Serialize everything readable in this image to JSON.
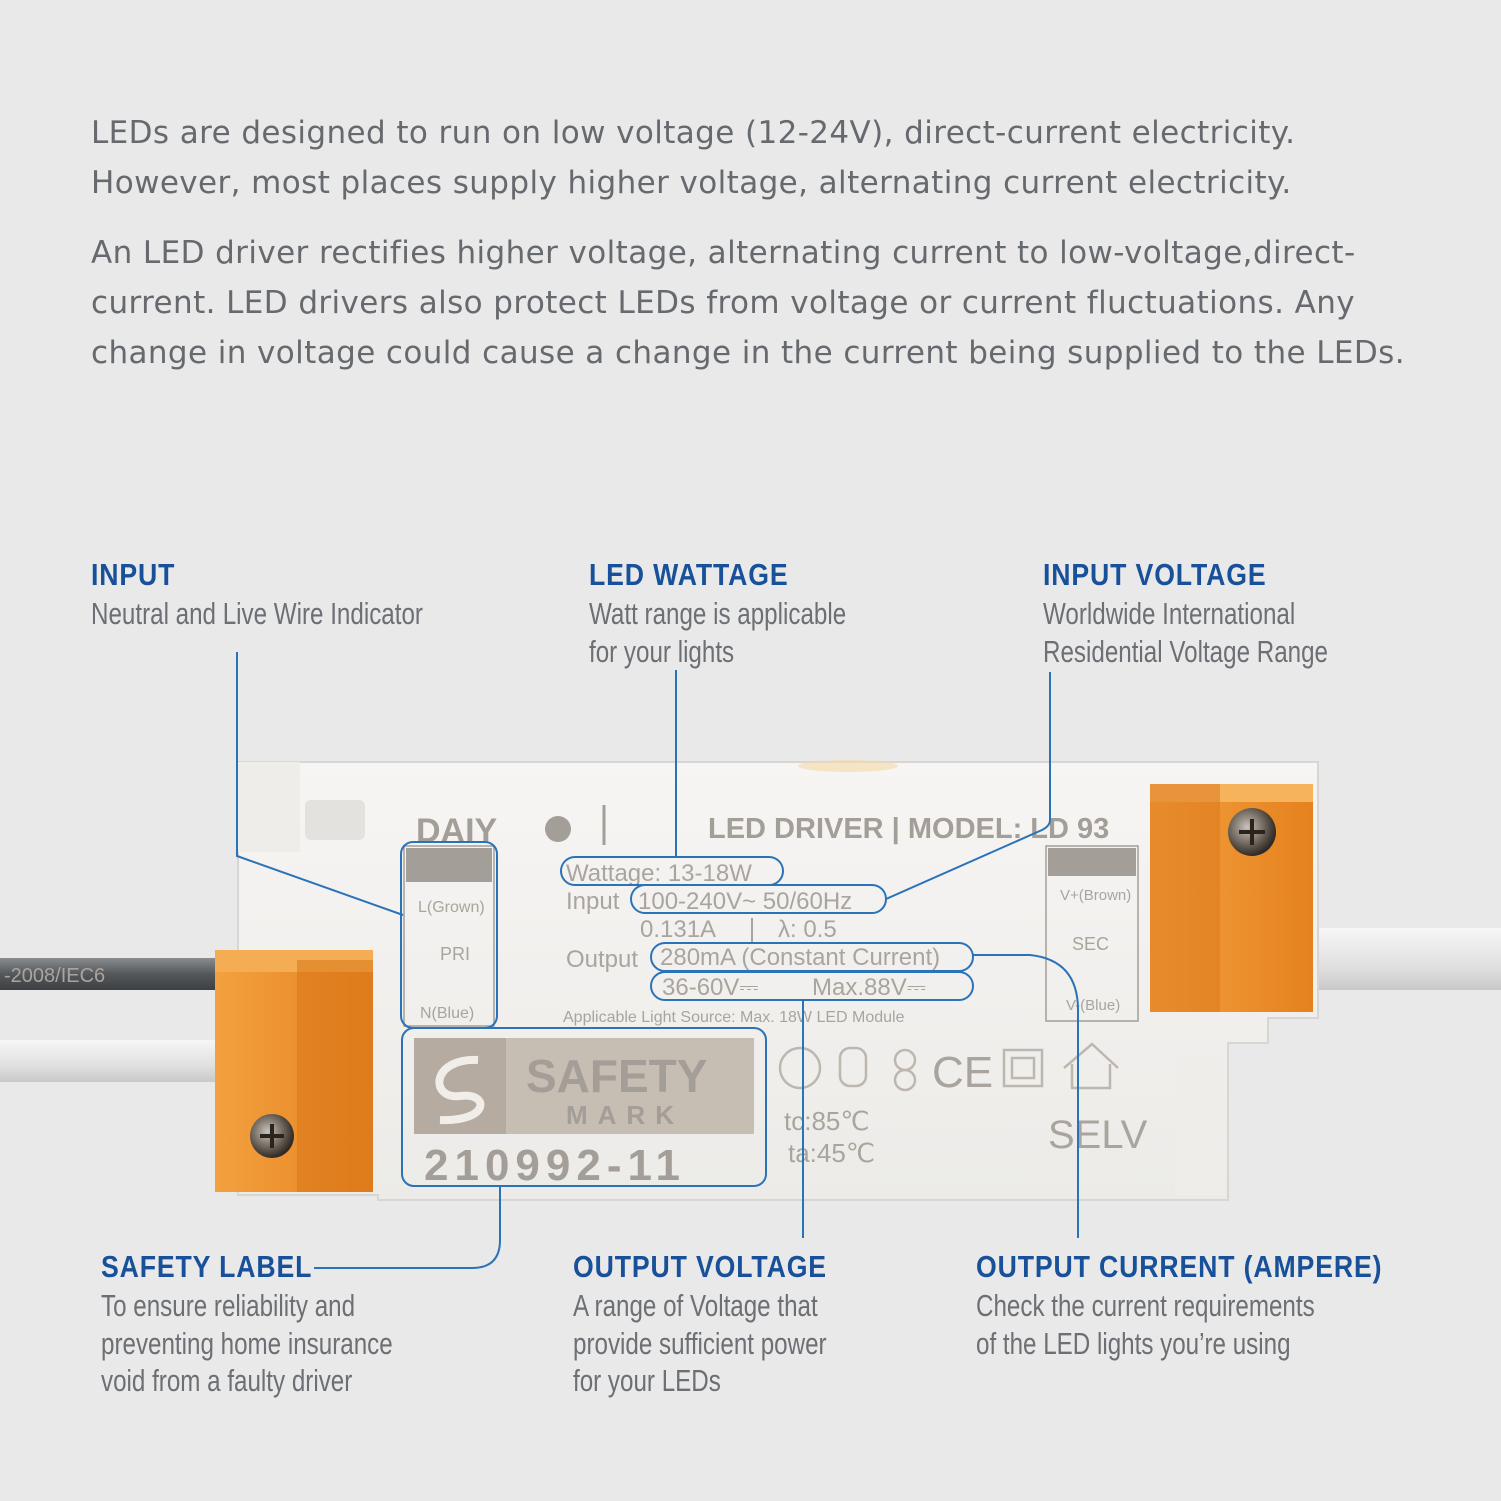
{
  "intro": {
    "p1": "LEDs are designed to run on low voltage (12-24V), direct-current electricity. However, most places supply higher voltage, alternating current electricity.",
    "p2": "An LED driver rectifies higher voltage, alternating current to low-voltage,direct-current. LED drivers also protect LEDs from voltage or current fluctuations. Any change in voltage could cause a change in the current being supplied to the LEDs."
  },
  "callouts": {
    "input": {
      "title": "INPUT",
      "desc": "Neutral and Live Wire Indicator"
    },
    "led_wattage": {
      "title": "LED WATTAGE",
      "desc": "Watt range is applicable\nfor your lights"
    },
    "input_voltage": {
      "title": "INPUT VOLTAGE",
      "desc": "Worldwide International\nResidential Voltage Range"
    },
    "safety_label": {
      "title": "SAFETY LABEL",
      "desc": "To ensure reliability and\npreventing home insurance\nvoid from a faulty driver"
    },
    "output_voltage": {
      "title": "OUTPUT VOLTAGE",
      "desc": "A range of Voltage that\nprovide sufficient power\nfor your LEDs"
    },
    "output_current": {
      "title": "OUTPUT CURRENT (AMPERE)",
      "desc": "Check the current requirements\nof the LED lights you’re using"
    }
  },
  "device": {
    "brand": "DAIY",
    "model": "LED DRIVER | MODEL: LD 93",
    "input_box_title": "INPUT",
    "input_l": "L(Grown)",
    "input_pri": "PRI",
    "input_n": "N(Blue)",
    "output_box_title": "OUTPUT",
    "output_v_plus": "V+(Brown)",
    "output_sec": "SEC",
    "output_v_minus": "V-(Blue)",
    "wattage": "Wattage: 13-18W",
    "input_label": "Input",
    "input_value": "100-240V~ 50/60Hz",
    "current": "0.131A",
    "pf": "λ: 0.5",
    "output_label": "Output",
    "output_current": "280mA (Constant Current)",
    "output_voltage": "36-60V⎓",
    "output_max": "Max.88V⎓",
    "light_source": "Applicable Light Source: Max. 18W LED Module",
    "safety_top": "SAFETY",
    "safety_bottom": "MARK",
    "safety_number": "210992-11",
    "tc": "tc:85℃",
    "ta": "ta:45℃",
    "ce": "CE",
    "selv": "SELV",
    "cable_print": "-2008/IEC6"
  },
  "colors": {
    "heading": "#18509a",
    "callout_line": "#2a73b8",
    "terminal": "#ee8f2a",
    "body_text": "#666a6e"
  }
}
